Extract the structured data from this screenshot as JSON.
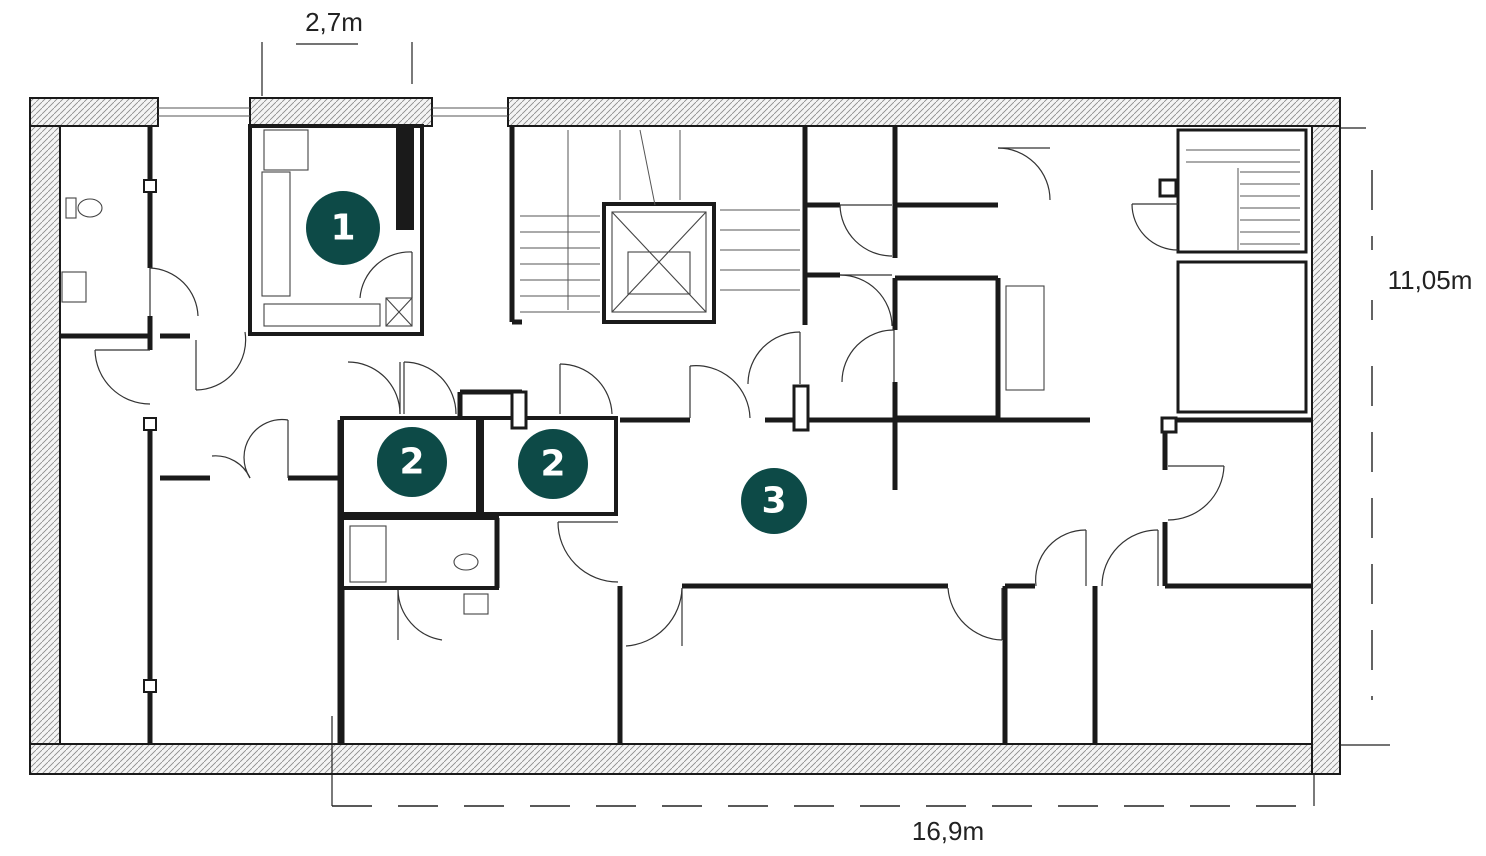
{
  "dimensions": {
    "top_width": "2,7m",
    "right_height": "11,05m",
    "bottom_length": "16,9m"
  },
  "zones": [
    {
      "label": "1"
    },
    {
      "label": "2"
    },
    {
      "label": "2"
    },
    {
      "label": "3"
    }
  ],
  "colors": {
    "badge": "#0d4a47",
    "wall": "#1a1a1a",
    "insulation_hatch": "#8a8a8a"
  }
}
